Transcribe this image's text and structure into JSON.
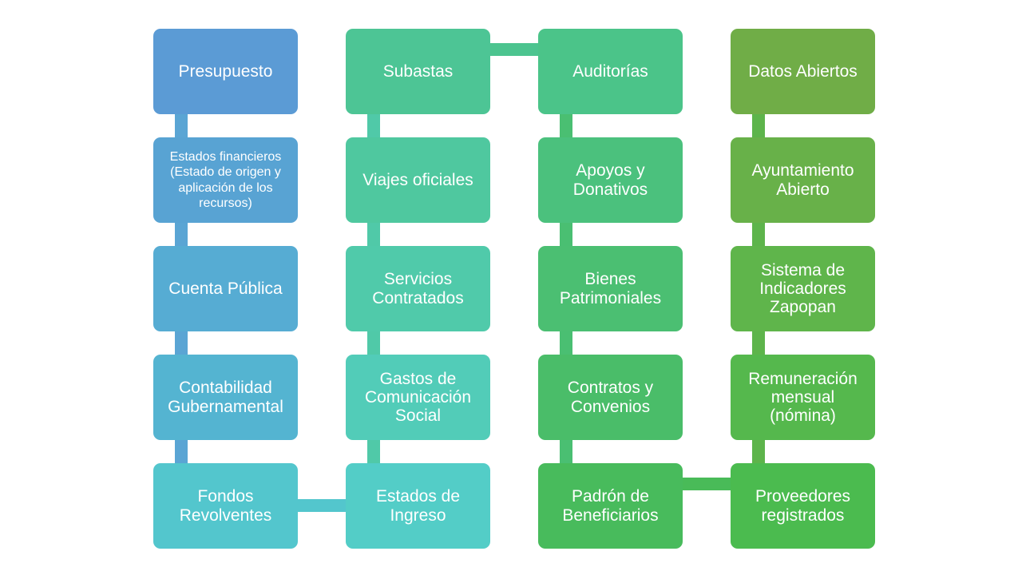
{
  "diagram": {
    "columns": [
      {
        "name": "column-1",
        "items": [
          {
            "label": "Presupuesto",
            "color": "#5b9bd5"
          },
          {
            "label": "Estados financieros (Estado de origen y aplicación de los recursos)",
            "color": "#58a3d3"
          },
          {
            "label": "Cuenta Pública",
            "color": "#56acd3"
          },
          {
            "label": "Contabilidad Gubernamental",
            "color": "#54b4d1"
          },
          {
            "label": "Fondos Revolventes",
            "color": "#53c6cd"
          }
        ]
      },
      {
        "name": "column-2",
        "items": [
          {
            "label": "Subastas",
            "color": "#4dc595"
          },
          {
            "label": "Viajes oficiales",
            "color": "#4fc89f"
          },
          {
            "label": "Servicios Contratados",
            "color": "#50caaa"
          },
          {
            "label": "Gastos de Comunicación Social",
            "color": "#52ccb8"
          },
          {
            "label": "Estados de Ingreso",
            "color": "#53cdc7"
          }
        ]
      },
      {
        "name": "column-3",
        "items": [
          {
            "label": "Auditorías",
            "color": "#4bc489"
          },
          {
            "label": "Apoyos y Donativos",
            "color": "#4bc17d"
          },
          {
            "label": "Bienes Patrimoniales",
            "color": "#4bbf72"
          },
          {
            "label": "Contratos y Convenios",
            "color": "#4abd69"
          },
          {
            "label": "Padrón de Beneficiarios",
            "color": "#48bb5c"
          }
        ]
      },
      {
        "name": "column-4",
        "items": [
          {
            "label": "Datos Abiertos",
            "color": "#70ad47"
          },
          {
            "label": "Ayuntamiento Abierto",
            "color": "#68b149"
          },
          {
            "label": "Sistema de Indicadores Zapopan",
            "color": "#5fb54b"
          },
          {
            "label": "Remuneración mensual (nómina)",
            "color": "#55b84d"
          },
          {
            "label": "Proveedores registrados",
            "color": "#4bbb4f"
          }
        ]
      }
    ],
    "connector_colors": {
      "column-1": "#5aa5d4",
      "column-2": "#50c9a8",
      "column-3": "#4abf72",
      "column-4": "#5db44b",
      "link-1-2": "#53c6cd",
      "link-2-3": "#4cc48f",
      "link-3-4": "#49bb58"
    }
  }
}
